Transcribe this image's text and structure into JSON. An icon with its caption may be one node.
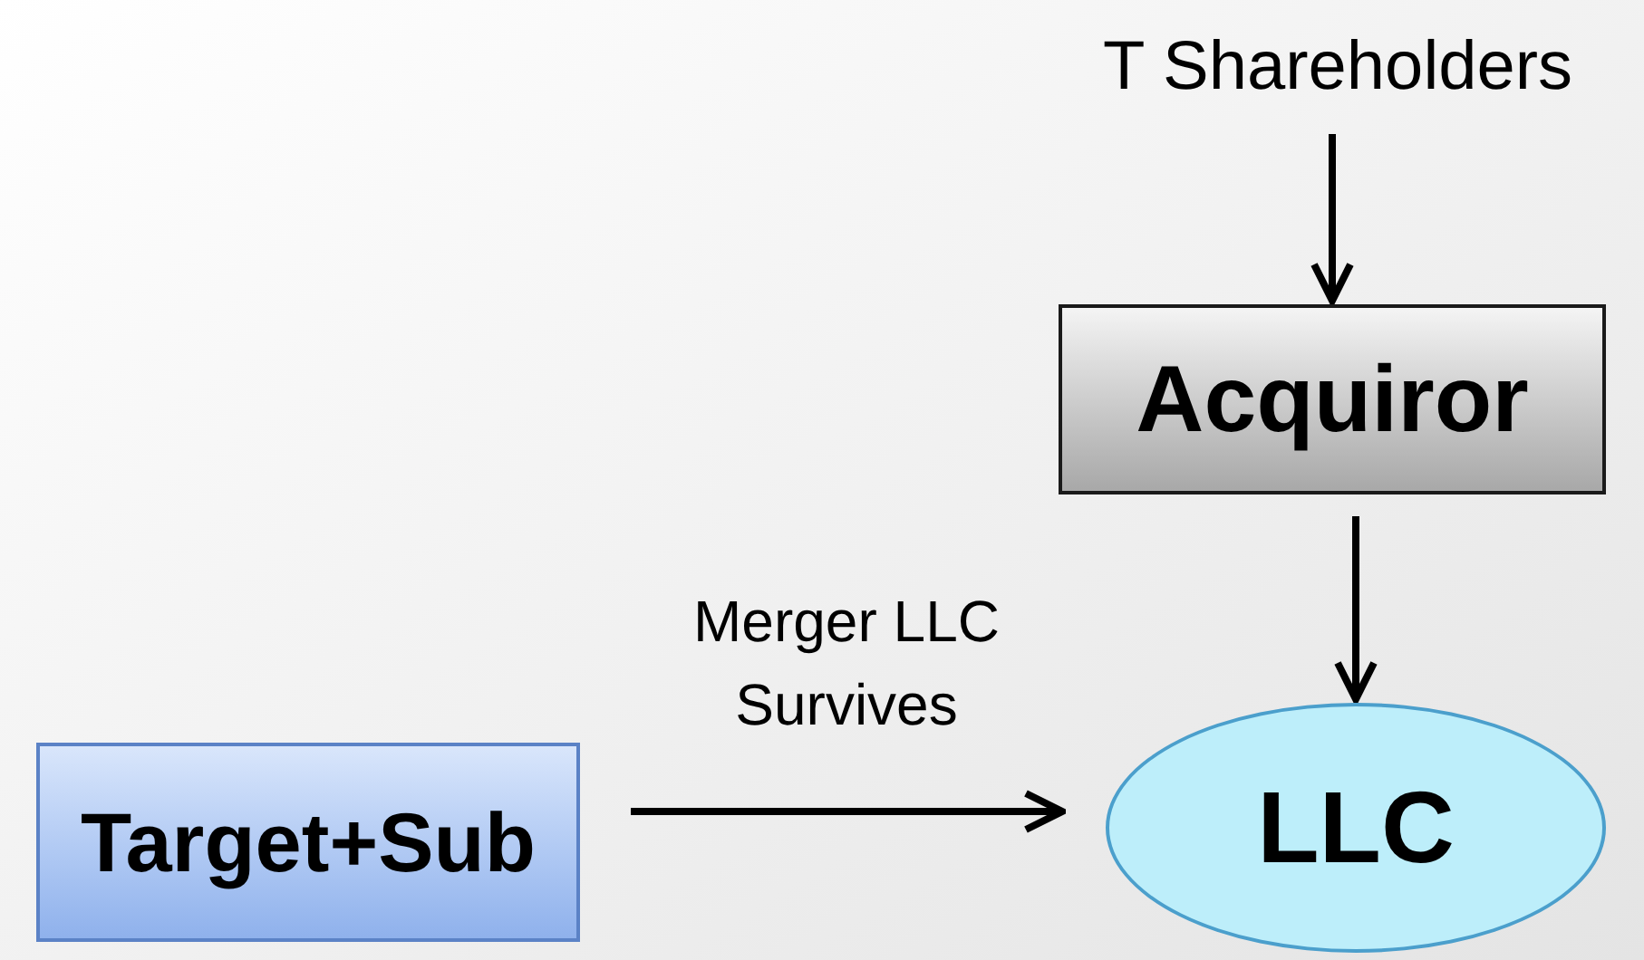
{
  "diagram": {
    "nodes": [
      {
        "text": [
          "T Shareholders"
        ]
      },
      {
        "text": [
          "Acquiror"
        ]
      },
      {
        "text": [
          "Target+Sub"
        ]
      },
      {
        "text": [
          "LLC"
        ]
      }
    ],
    "edges": [
      {
        "from": 0,
        "to": 1,
        "arrow": "to"
      },
      {
        "from": 1,
        "to": 3,
        "arrow": "to"
      },
      {
        "from": 2,
        "to": 3,
        "arrow": "to",
        "label": "Merger LLC Survives"
      }
    ]
  }
}
